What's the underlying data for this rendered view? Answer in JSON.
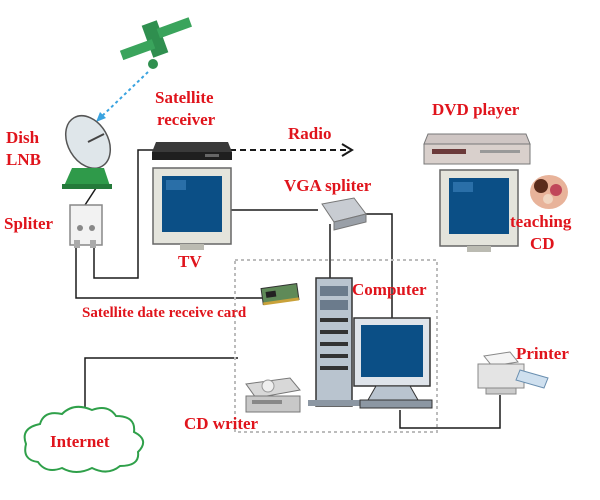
{
  "labels": {
    "dish_lnb": [
      "Dish",
      "LNB"
    ],
    "satellite_receiver": [
      "Satellite",
      "receiver"
    ],
    "radio": "Radio",
    "dvd_player": "DVD player",
    "spliter": "Spliter",
    "vga_spliter": "VGA spliter",
    "tv": "TV",
    "teaching_cd": [
      "teaching",
      "CD"
    ],
    "computer": "Computer",
    "satellite_card": "Satellite date receive card",
    "printer": "Printer",
    "internet": "Internet",
    "cd_writer": "CD writer"
  },
  "colors": {
    "label": "#e0141c",
    "line": "#1a1a1a",
    "signal": "#3aa3e0",
    "screen": "#0b4f86",
    "monitor_body": "#e4e4dc",
    "cloud_fill": "#ffffff",
    "cloud_stroke": "#2fa04a",
    "satellite": "#2f8f4f"
  }
}
